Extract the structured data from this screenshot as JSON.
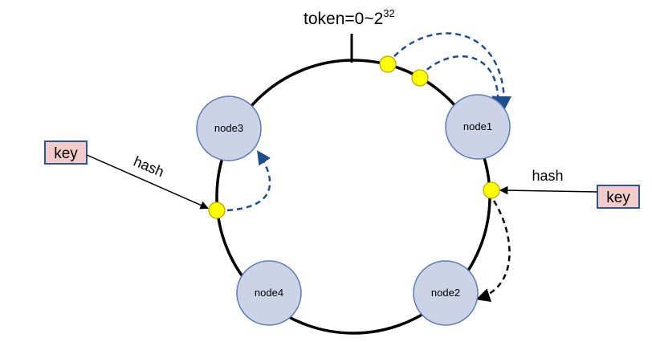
{
  "title": {
    "prefix": "token=0~2",
    "exponent": "32"
  },
  "nodes": [
    "node3",
    "node1",
    "node4",
    "node2"
  ],
  "keys": {
    "left": "key",
    "right": "key"
  },
  "hash_labels": {
    "left": "hash",
    "right": "hash"
  },
  "colors": {
    "node_fill": "#ccd3e6",
    "node_stroke": "#5b7cb8",
    "point_fill": "#ffff00",
    "point_stroke": "#b8a400",
    "key_fill": "#f2cbcb",
    "key_stroke": "#2f5597",
    "dashed_blue": "#1f4e8c",
    "dashed_black": "#000000",
    "ring": "#000000"
  }
}
